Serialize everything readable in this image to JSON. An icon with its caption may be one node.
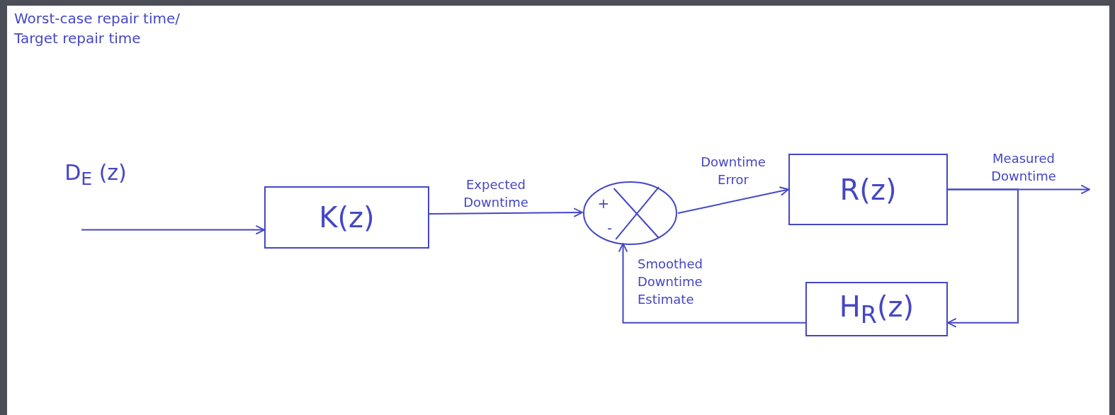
{
  "diagram": {
    "nodes": [
      {
        "text": [
          "K(z)"
        ]
      },
      {
        "text": [
          "+",
          "-"
        ]
      },
      {
        "text": [
          "R(z)"
        ]
      },
      {
        "text": [
          "H$_{R}$(z)"
        ]
      }
    ],
    "edges": [
      {
        "from": null,
        "to": 0,
        "arrow": "to",
        "label": "D$_{E}$ (z)"
      },
      {
        "from": 0,
        "to": 1,
        "arrow": "to",
        "label": "Expected Downtime"
      },
      {
        "from": 1,
        "to": 2,
        "arrow": "to",
        "label": "Downtime Error"
      },
      {
        "from": 2,
        "to": null,
        "arrow": "to",
        "label": "Measured Downtime"
      },
      {
        "from": 2,
        "to": 3,
        "arrow": "to"
      },
      {
        "from": 3,
        "to": 1,
        "arrow": "to",
        "label": "Smoothed Downtime Estimate"
      }
    ],
    "labels": [
      "Worst-case repair time/ Target repair time"
    ]
  }
}
